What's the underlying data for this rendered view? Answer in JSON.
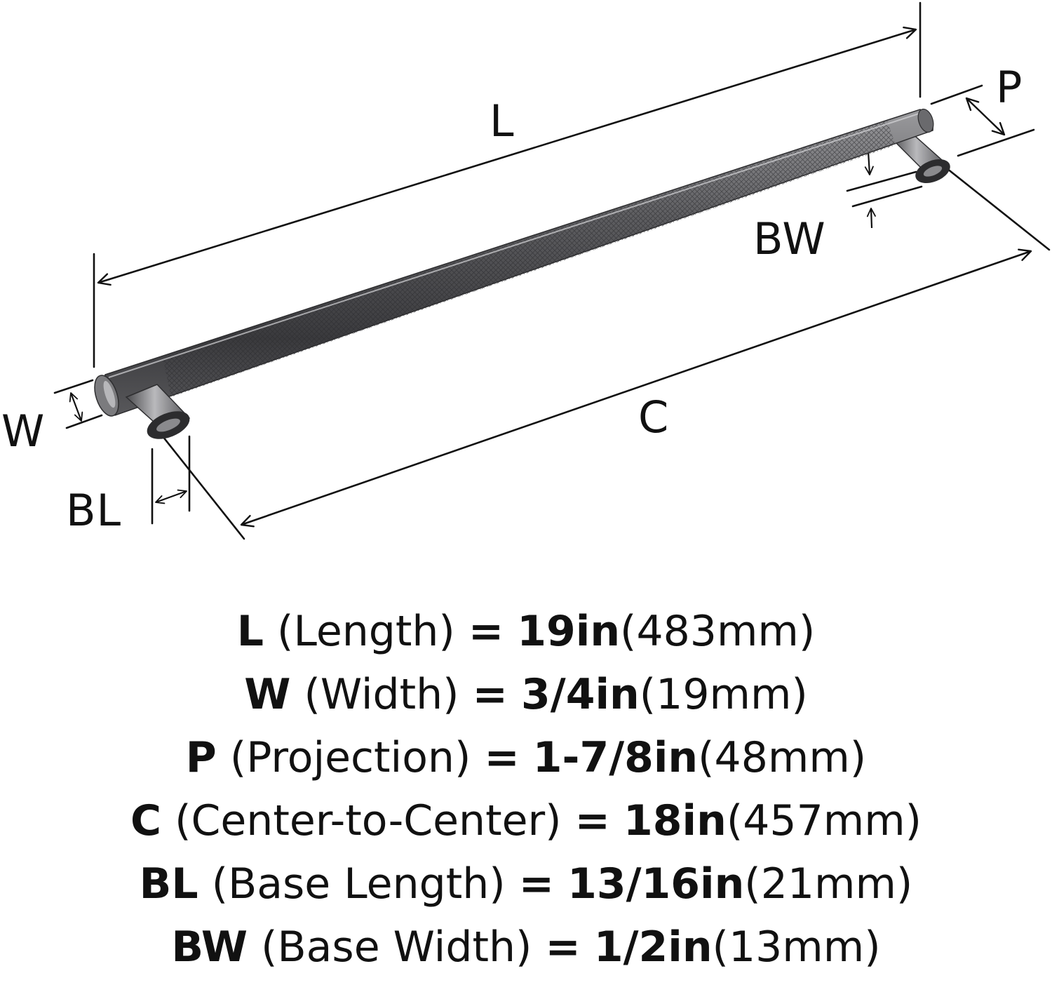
{
  "labels": {
    "L": "L",
    "P": "P",
    "BW": "BW",
    "W": "W",
    "C": "C",
    "BL": "BL"
  },
  "specs": [
    {
      "code": "L",
      "desc": "(Length)",
      "eq": "=",
      "imperial": "19in",
      "metric": "(483mm)"
    },
    {
      "code": "W",
      "desc": "(Width)",
      "eq": "=",
      "imperial": "3/4in",
      "metric": "(19mm)"
    },
    {
      "code": "P",
      "desc": "(Projection)",
      "eq": "=",
      "imperial": "1-7/8in",
      "metric": "(48mm)"
    },
    {
      "code": "C",
      "desc": "(Center-to-Center)",
      "eq": "=",
      "imperial": "18in",
      "metric": "(457mm)"
    },
    {
      "code": "BL",
      "desc": "(Base Length)",
      "eq": "=",
      "imperial": "13/16in",
      "metric": "(21mm)"
    },
    {
      "code": "BW",
      "desc": "(Base Width)",
      "eq": "=",
      "imperial": "1/2in",
      "metric": "(13mm)"
    }
  ],
  "colors": {
    "ink": "#111111",
    "metal_dark": "#3d3d40",
    "metal_mid": "#6b6b6e",
    "metal_light": "#b8b8ba",
    "background": "#ffffff"
  }
}
